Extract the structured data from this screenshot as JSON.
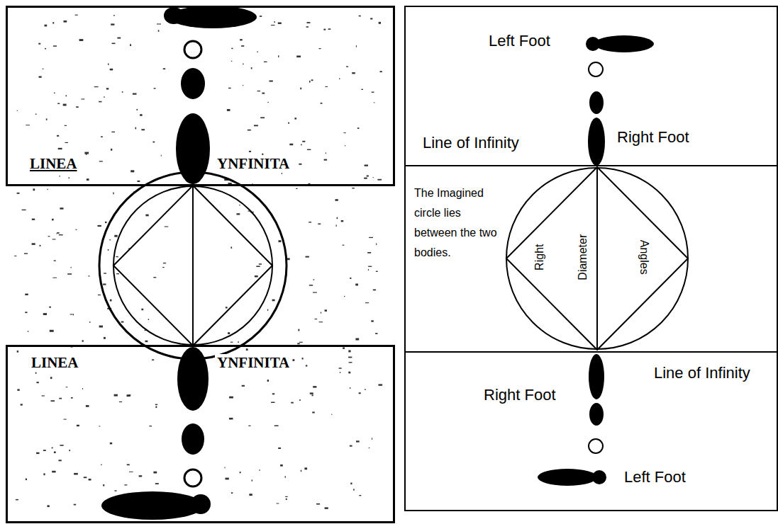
{
  "diagram": {
    "nodes": [
      {
        "text": [
          "LINEA",
          "YNFINITA"
        ]
      },
      {
        "text": [
          "LINEA",
          "YNFINITA"
        ]
      },
      {
        "text": [
          "Left Foot",
          "Right Foot",
          "Line of Infinity"
        ]
      },
      {
        "text": [
          "The Imagined circle lies between the two bodies.",
          "Right",
          "Diameter",
          "Angles"
        ]
      },
      {
        "text": [
          "Line of Infinity",
          "Right Foot",
          "Left Foot"
        ]
      }
    ]
  }
}
